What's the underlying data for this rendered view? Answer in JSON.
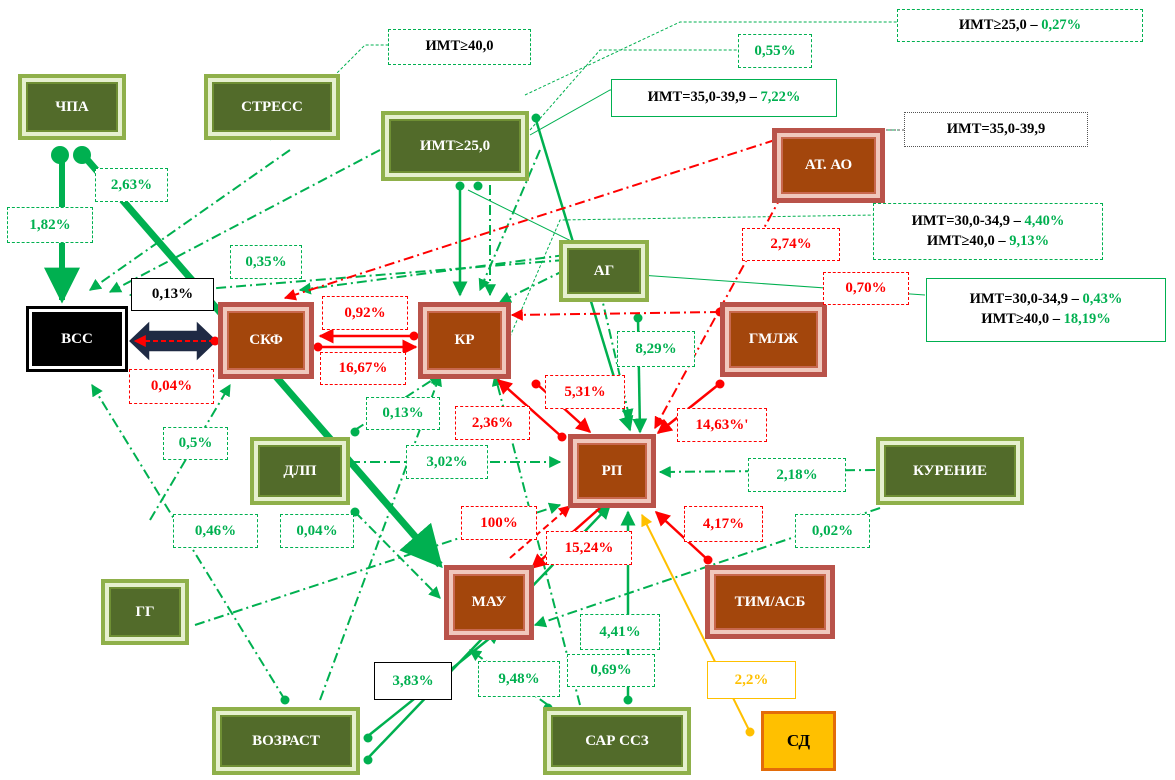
{
  "nodes": {
    "chpa": "ЧПА",
    "stress": "СТРЕСС",
    "imt25": "ИМТ≥25,0",
    "at_ao": "АТ. АО",
    "ag": "АГ",
    "vss": "ВСС",
    "skf": "СКФ",
    "kr": "КР",
    "gmlzh": "ГМЛЖ",
    "rp": "РП",
    "dlp": "ДЛП",
    "kurenie": "КУРЕНИЕ",
    "mau": "МАУ",
    "tim_asb": "ТИМ/АСБ",
    "gg": "ГГ",
    "vozrast": "ВОЗРАСТ",
    "sar_ssz": "САР ССЗ",
    "sd": "СД"
  },
  "edge_labels": {
    "chpa_vss": "1,82%",
    "chpa_mau": "2,63%",
    "p035": "0,35%",
    "vss_skf_black": "0,13%",
    "vss_skf_red": "0,04%",
    "skf_kr_red": "0,92%",
    "kr_skf_red": "16,67%",
    "p055": "0,55%",
    "at_ao_skf": "2,74%",
    "gmlzh_skf": "0,70%",
    "ag_rp": "8,29%",
    "kr_rp": "5,31%",
    "rp_kr": "2,36%",
    "gmlzh_rp": "14,63%'",
    "dlp_kr": "0,13%",
    "gg_skf": "0,5%",
    "dlp_rp": "3,02%",
    "kurenie_rp": "2,18%",
    "mau_rp": "100%",
    "rp_mau": "15,24%",
    "tim_rp": "4,17%",
    "kurenie_mau": "0,02%",
    "gg_mau": "0,46%",
    "dlp_mau": "0,04%",
    "sar_rp": "4,41%",
    "sar_mau": "0,69%",
    "voz_mau": "3,83%",
    "voz_rp": "9,48%",
    "sd_rp": "2,2%"
  },
  "notes": {
    "imt40": "ИМТ≥40,0",
    "imt25_027_prefix": "ИМТ≥25,0 – ",
    "imt25_027_value": "0,27%",
    "imt35_722_prefix": "ИМТ=35,0-39,9 – ",
    "imt35_722_value": "7,22%",
    "imt35_plain": "ИМТ=35,0-39,9",
    "box_a_line1_prefix": "ИМТ=30,0-34,9 – ",
    "box_a_line1_value": "4,40%",
    "box_a_line2_prefix": "ИМТ≥40,0 – ",
    "box_a_line2_value": "9,13%",
    "box_b_line1_prefix": "ИМТ=30,0-34,9 – ",
    "box_b_line1_value": "0,43%",
    "box_b_line2_prefix": "ИМТ≥40,0 – ",
    "box_b_line2_value": "18,19%"
  },
  "colors": {
    "green_edge": "#00b050",
    "red_edge": "#ff0000",
    "yellow_edge": "#ffc000",
    "green_node": "#526b2a",
    "red_node": "#a3460c"
  }
}
